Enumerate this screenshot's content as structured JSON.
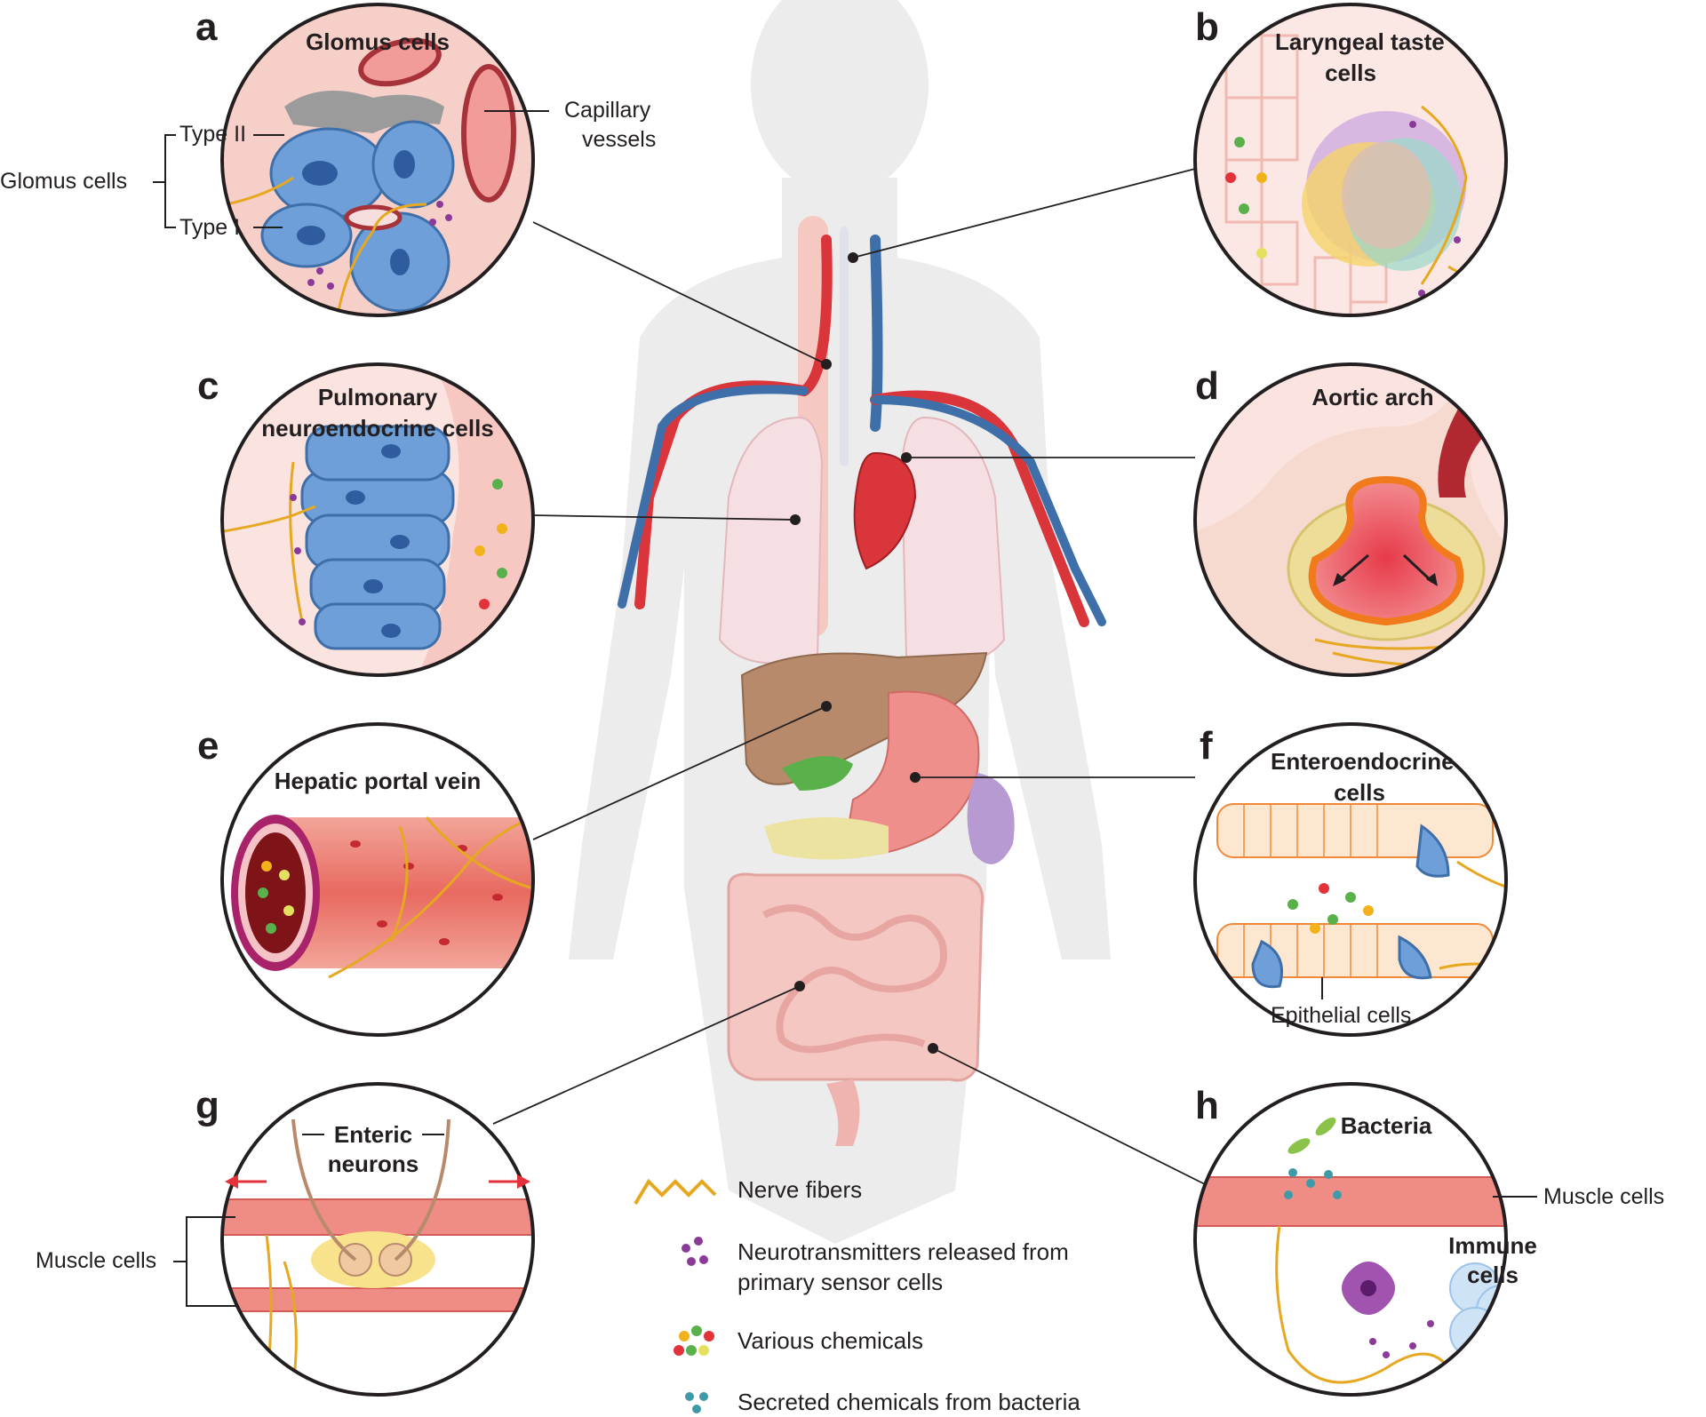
{
  "colors": {
    "nerve": "#e6a820",
    "neurotransmitter": "#8b3a9a",
    "artery": "#d9353a",
    "vein": "#3f6fa8",
    "bluecell": "#6f9fd9",
    "panel_fill": "#fbe3df",
    "body_silhouette": "#ececec"
  },
  "panels": {
    "a": {
      "letter": "a",
      "title": "Glomus cells",
      "type2": "Type II",
      "type1": "Type I",
      "group": "Glomus cells",
      "capillary_1": "Capillary",
      "capillary_2": "vessels"
    },
    "b": {
      "letter": "b",
      "title_1": "Laryngeal taste",
      "title_2": "cells"
    },
    "c": {
      "letter": "c",
      "title_1": "Pulmonary",
      "title_2": "neuroendocrine cells"
    },
    "d": {
      "letter": "d",
      "title": "Aortic arch"
    },
    "e": {
      "letter": "e",
      "title": "Hepatic portal vein"
    },
    "f": {
      "letter": "f",
      "title_1": "Enteroendocrine",
      "title_2": "cells",
      "epithelial": "Epithelial cells"
    },
    "g": {
      "letter": "g",
      "title_1": "Enteric",
      "title_2": "neurons",
      "muscle": "Muscle cells"
    },
    "h": {
      "letter": "h",
      "bacteria": "Bacteria",
      "muscle": "Muscle cells",
      "immune_1": "Immune",
      "immune_2": "cells"
    }
  },
  "legend": {
    "nerve": "Nerve fibers",
    "neuro_1": "Neurotransmitters released from",
    "neuro_2": "primary sensor cells",
    "chemicals": "Various chemicals",
    "bacteria_chem": "Secreted chemicals from bacteria"
  }
}
